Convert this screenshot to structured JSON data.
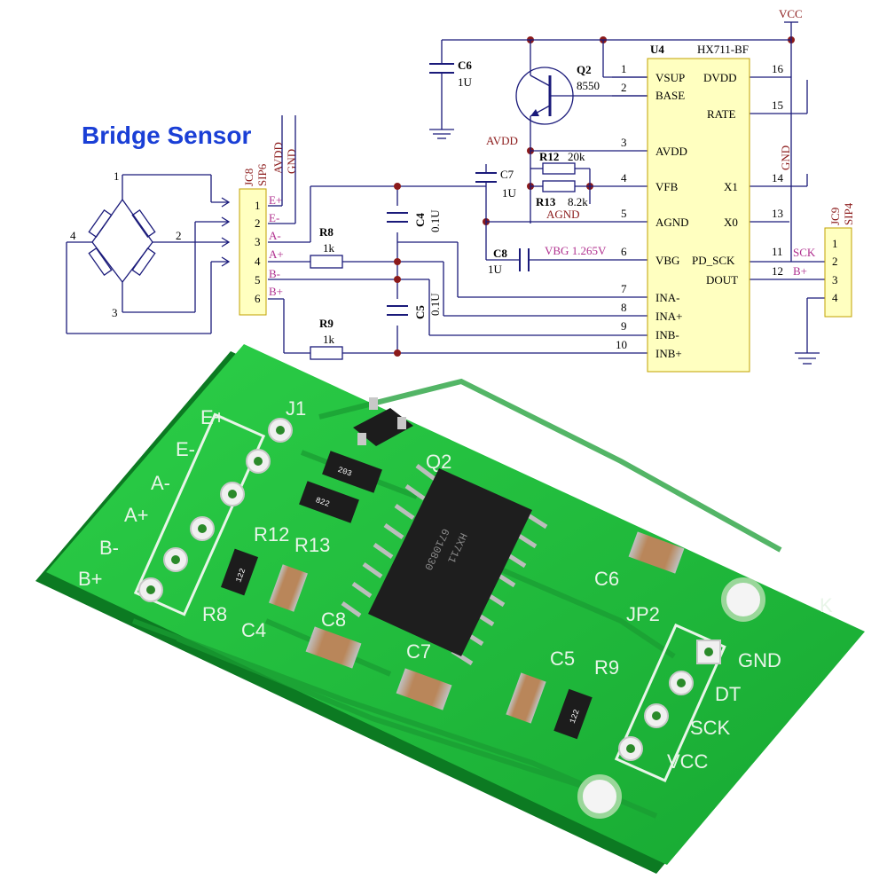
{
  "schematic": {
    "title": "Bridge Sensor",
    "bridge": {
      "nodes": [
        "1",
        "2",
        "3",
        "4"
      ]
    },
    "jc8": {
      "name": "JC8",
      "type": "SIP6",
      "rails": [
        "AVDD",
        "GND"
      ],
      "pins": [
        {
          "num": "1",
          "label": "E+"
        },
        {
          "num": "2",
          "label": "E-"
        },
        {
          "num": "3",
          "label": "A-"
        },
        {
          "num": "4",
          "label": "A+"
        },
        {
          "num": "5",
          "label": "B-"
        },
        {
          "num": "6",
          "label": "B+"
        }
      ]
    },
    "jc9": {
      "name": "JC9",
      "type": "SIP4",
      "pins": [
        {
          "num": "1",
          "label": "SCK"
        },
        {
          "num": "2",
          "label": ""
        },
        {
          "num": "3",
          "label": ""
        },
        {
          "num": "4",
          "label": ""
        }
      ],
      "side_labels": [
        "SCK",
        "B+"
      ]
    },
    "u4": {
      "ref": "U4",
      "part": "HX711-BF",
      "left_pins": [
        {
          "num": "1",
          "name": "VSUP"
        },
        {
          "num": "2",
          "name": "BASE"
        },
        {
          "num": "3",
          "name": "AVDD"
        },
        {
          "num": "4",
          "name": "VFB"
        },
        {
          "num": "5",
          "name": "AGND"
        },
        {
          "num": "6",
          "name": "VBG"
        },
        {
          "num": "7",
          "name": "INA-"
        },
        {
          "num": "8",
          "name": "INA+"
        },
        {
          "num": "9",
          "name": "INB-"
        },
        {
          "num": "10",
          "name": "INB+"
        }
      ],
      "right_pins": [
        {
          "num": "16",
          "name": "DVDD"
        },
        {
          "num": "15",
          "name": "RATE"
        },
        {
          "num": "14",
          "name": "X1"
        },
        {
          "num": "13",
          "name": "X0"
        },
        {
          "num": "11",
          "name": "PD_SCK"
        },
        {
          "num": "12",
          "name": "DOUT"
        }
      ]
    },
    "components": {
      "c6": {
        "ref": "C6",
        "value": "1U"
      },
      "q2": {
        "ref": "Q2",
        "value": "8550"
      },
      "r12": {
        "ref": "R12",
        "value": "20k"
      },
      "r13": {
        "ref": "R13",
        "value": "8.2k"
      },
      "c7": {
        "ref": "C7",
        "value": "1U"
      },
      "c8": {
        "ref": "C8",
        "value": "1U"
      },
      "c4": {
        "ref": "C4",
        "value": "0.1U"
      },
      "c5": {
        "ref": "C5",
        "value": "0.1U"
      },
      "r8": {
        "ref": "R8",
        "value": "1k"
      },
      "r9": {
        "ref": "R9",
        "value": "1k"
      }
    },
    "nets": {
      "vcc": "VCC",
      "avdd": "AVDD",
      "agnd": "AGND",
      "gnd": "GND",
      "vbg": "VBG 1.265V"
    }
  },
  "pcb": {
    "j1_label": "J1",
    "j1_pins": [
      "E+",
      "E-",
      "A-",
      "A+",
      "B-",
      "B+"
    ],
    "jp2_label": "JP2",
    "jp2_pins": [
      "GND",
      "DT",
      "SCK",
      "VCC"
    ],
    "labels": [
      "Q2",
      "R12",
      "R13",
      "R8",
      "C4",
      "C8",
      "C7",
      "C5",
      "R9",
      "C6",
      "K"
    ],
    "chip_marking": [
      "HX711",
      "6710830"
    ],
    "smd_markings": [
      "203",
      "822",
      "122",
      "122"
    ]
  },
  "colors": {
    "wire": "#1a1a7a",
    "junction": "#8b1a1a",
    "chip_body": "#ffffc0",
    "pcb_green": "#1fb83a",
    "title_blue": "#1a3fd6"
  }
}
